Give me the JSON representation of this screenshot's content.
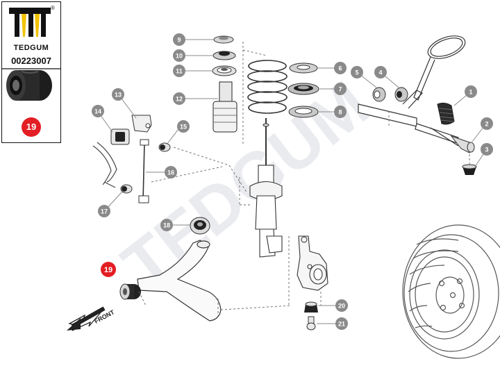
{
  "brand": {
    "logo_text": "TEDGUM",
    "registered_mark": "®",
    "part_number": "00223007",
    "highlight_callout": "19",
    "colors": {
      "accent_red": "#e31e24",
      "callout_gray": "#8a8a8a",
      "ink": "#1a1a1a"
    }
  },
  "watermark": "TEDGUM",
  "front_label": "FRONT",
  "callouts": [
    "1",
    "2",
    "3",
    "4",
    "5",
    "6",
    "7",
    "8",
    "9",
    "10",
    "11",
    "12",
    "13",
    "14",
    "15",
    "16",
    "17",
    "18",
    "19",
    "20",
    "21"
  ]
}
